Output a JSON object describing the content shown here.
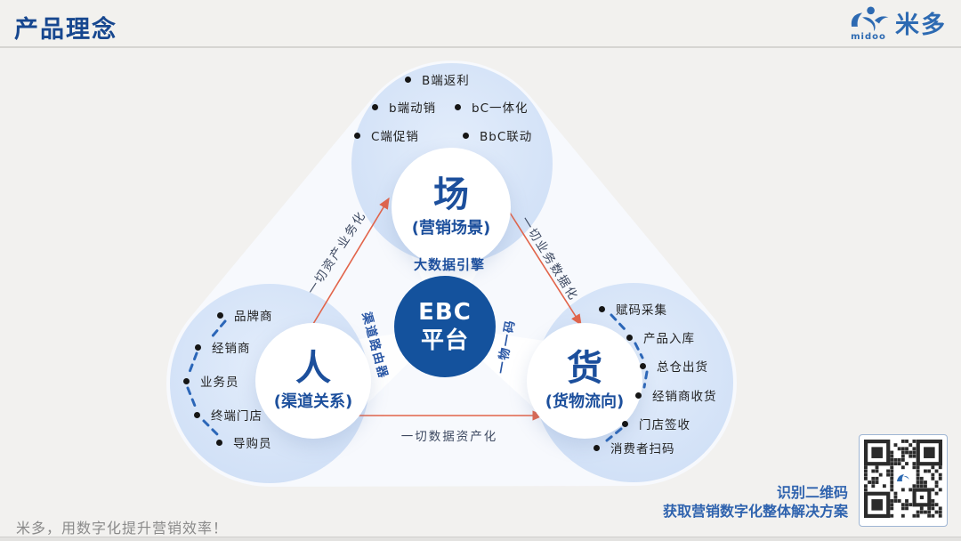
{
  "header": {
    "title": "产品理念",
    "logo_text": "米多",
    "logo_sub": "midoo"
  },
  "hub": {
    "title_line1": "EBC",
    "title_line2": "平台",
    "engine_label": "大数据引擎",
    "router_label": "渠道路由器",
    "code_label": "一物一码"
  },
  "nodes": {
    "top": {
      "title": "场",
      "subtitle": "(营销场景)",
      "bullets": [
        "B端返利",
        "b端动销",
        "bC一体化",
        "C端促销",
        "BbC联动"
      ]
    },
    "left": {
      "title": "人",
      "subtitle": "(渠道关系)",
      "bullets": [
        "品牌商",
        "经销商",
        "业务员",
        "终端门店",
        "导购员"
      ]
    },
    "right": {
      "title": "货",
      "subtitle": "(货物流向)",
      "bullets": [
        "赋码采集",
        "产品入库",
        "总仓出货",
        "经销商收货",
        "门店签收",
        "消费者扫码"
      ]
    }
  },
  "edges": {
    "left_label": "一切资产业务化",
    "right_label": "一切业务数据化",
    "bottom_label": "一切数据资产化"
  },
  "qr": {
    "caption_line1": "识别二维码",
    "caption_line2": "获取营销数字化整体解决方案"
  },
  "footer": {
    "slogan": "米多，用数字化提升营销效率！"
  },
  "colors": {
    "title_blue": "#17478f",
    "node_blue": "#1c4f9c",
    "hub_fill": "#14529d",
    "circle_blue": "#d5e3f7",
    "arrow_orange": "#e2644a",
    "dash_blue": "#2b66b8",
    "caption_blue": "#2f63ae"
  }
}
